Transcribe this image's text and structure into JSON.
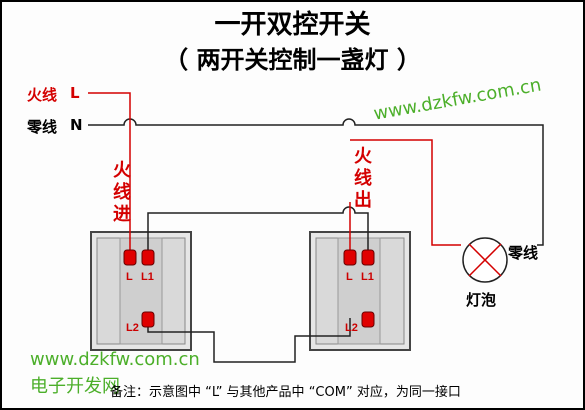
{
  "title": "一开双控开关",
  "subtitle": "（ 两开关控制一盏灯 ）",
  "lines": {
    "live_label": "火线",
    "live_letter": "L",
    "neutral_label": "零线",
    "neutral_letter": "N"
  },
  "switch1": {
    "in_label": [
      "火",
      "线",
      "进"
    ],
    "terminals": {
      "l": "L",
      "l1": "L1",
      "l2": "L2"
    }
  },
  "switch2": {
    "out_label": [
      "火",
      "线",
      "出"
    ],
    "terminals": {
      "l": "L",
      "l1": "L1",
      "l2": "L2"
    }
  },
  "lamp": {
    "label": "灯泡",
    "neutral_label": "零线"
  },
  "watermarks": {
    "url_top": "www.dzkfw.com.cn",
    "url_bottom": "www.dzkfw.com.cn",
    "site_name": "电子开发网"
  },
  "note": "备注：示意图中 “L” 与其他产品中 “COM” 对应，为同一接口",
  "colors": {
    "wire_red": "#d40000",
    "wire_black": "#222222",
    "text_red": "#d40000",
    "watermark": "#4caf2a"
  }
}
